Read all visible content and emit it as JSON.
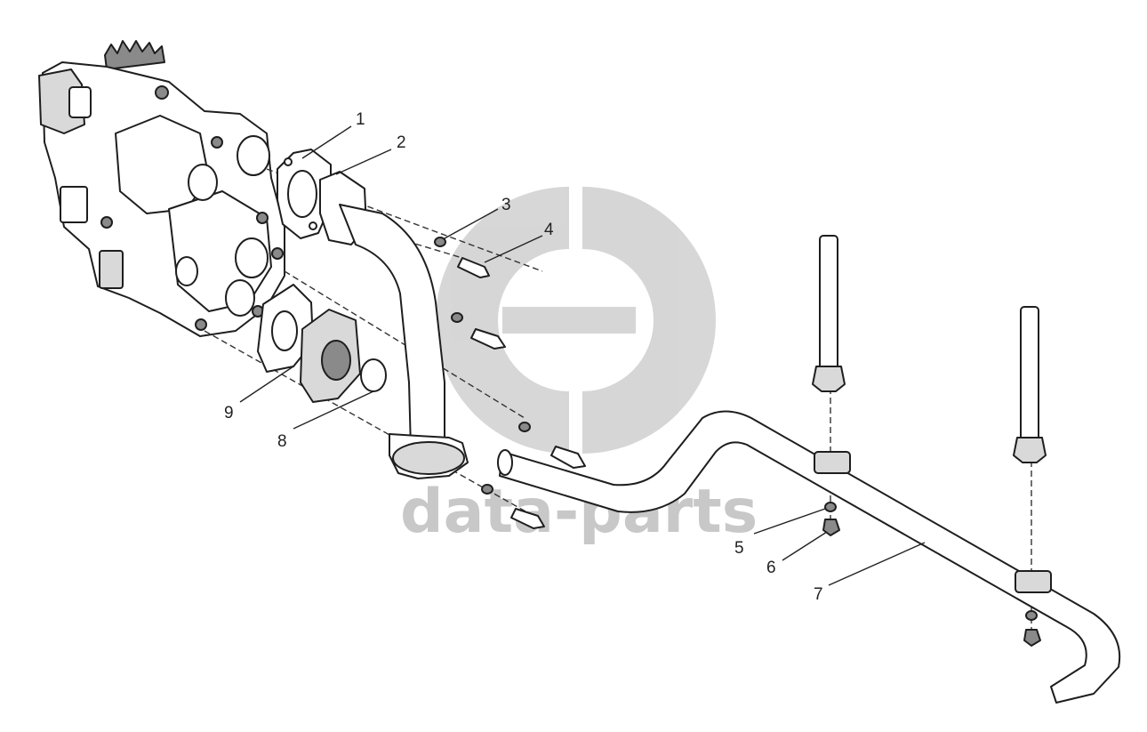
{
  "watermark": {
    "brand": "data-parts",
    "color": "#9a9a9a"
  },
  "callouts": [
    {
      "label": "1"
    },
    {
      "label": "2"
    },
    {
      "label": "3"
    },
    {
      "label": "4"
    },
    {
      "label": "5"
    },
    {
      "label": "6"
    },
    {
      "label": "7"
    },
    {
      "label": "8"
    },
    {
      "label": "9"
    }
  ]
}
